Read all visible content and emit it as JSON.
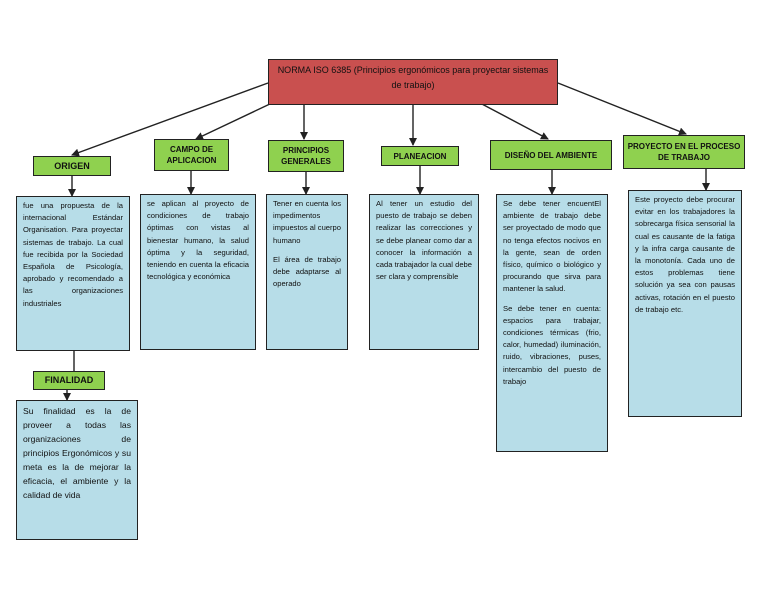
{
  "root": {
    "title": "NORMA ISO 6385 (Principios ergonómicos para proyectar sistemas de trabajo)"
  },
  "nodes": [
    {
      "key": "origen",
      "label": "ORIGEN",
      "texts": [
        "fue una propuesta de la internacional Estándar Organisation. Para proyectar sistemas de trabajo. La cual fue recibida por la Sociedad Española de Psicología, aprobado y recomendado a las organizaciones industriales"
      ]
    },
    {
      "key": "campo",
      "label": "CAMPO DE APLICACION",
      "texts": [
        "se aplican al proyecto de condiciones de trabajo óptimas con vistas al bienestar humano, la salud óptima y la seguridad, teniendo en cuenta la eficacia tecnológica y económica"
      ]
    },
    {
      "key": "principios",
      "label": "PRINCIPIOS GENERALES",
      "texts": [
        "Tener en cuenta los impedimentos impuestos al cuerpo humano",
        "El área de trabajo debe adaptarse al operado"
      ]
    },
    {
      "key": "planeacion",
      "label": "PLANEACION",
      "texts": [
        "Al tener un estudio del puesto de trabajo se deben realizar las correcciones y se debe planear como dar a conocer la información a cada trabajador la cual debe ser clara y comprensible"
      ]
    },
    {
      "key": "diseno",
      "label": "DISEÑO DEL AMBIENTE",
      "texts": [
        "Se debe tener encuentEl ambiente de trabajo debe ser proyectado de modo que no tenga efectos nocivos en la gente, sean de orden físico, químico o biológico y procurando que sirva para mantener la salud.",
        "Se debe tener en cuenta: espacios para trabajar, condiciones térmicas (frio, calor, humedad) iluminación, ruido, vibraciones, puses, intercambio del puesto de trabajo"
      ]
    },
    {
      "key": "proyecto",
      "label": "PROYECTO EN EL PROCESO DE TRABAJO",
      "texts": [
        "Este proyecto debe procurar evitar en los trabajadores la sobrecarga física sensorial la cual es causante de la fatiga y la infra carga causante de la monotonía. Cada uno de estos problemas tiene solución ya sea con pausas activas, rotación en el puesto de trabajo etc."
      ]
    }
  ],
  "finalidad": {
    "label": "FINALIDAD",
    "text": "Su finalidad es la de proveer a todas las organizaciones de principios Ergonómicos y su meta es la de mejorar la eficacia, el ambiente y la calidad de vida"
  },
  "colors": {
    "root": "#c9504f",
    "label": "#8fd14f",
    "text_box": "#b7dde8"
  }
}
